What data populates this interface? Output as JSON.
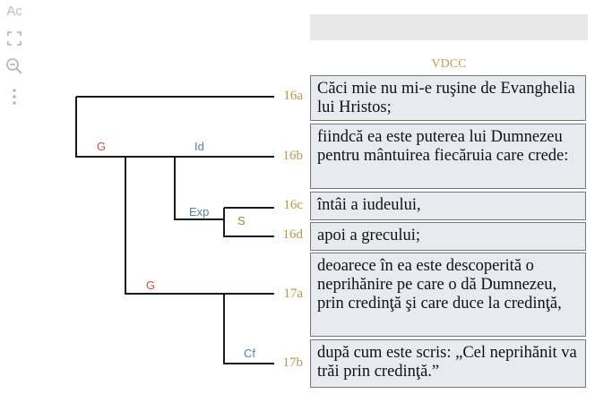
{
  "toolbar": {
    "font_label": "Ac",
    "icons": [
      "expand-icon",
      "zoom-out-icon",
      "more-vertical-icon"
    ]
  },
  "column_header": "VDCC",
  "verses": [
    {
      "id": "16a",
      "text": "Căci mie nu mi-e ruşine de Evanghelia lui Hristos;"
    },
    {
      "id": "16b",
      "text": "fiindcă ea este puterea lui Dumnezeu pentru mântuirea fiecăruia care crede:"
    },
    {
      "id": "16c",
      "text": "întâi a iudeului,"
    },
    {
      "id": "16d",
      "text": "apoi a grecului;"
    },
    {
      "id": "17a",
      "text": "deoarece în ea este descoperită o neprihănire pe care o dă Dumnezeu, prin credinţă şi care duce la credinţă,"
    },
    {
      "id": "17b",
      "text": "după cum este scris: „Cel neprihănit va trăi prin credinţă.”"
    }
  ],
  "relations": {
    "g1": "G",
    "id": "Id",
    "exp": "Exp",
    "s": "S",
    "g2": "G",
    "cf": "Cf"
  },
  "colors": {
    "line": "#1a1a1a",
    "verse_label": "#b09a4e",
    "ground": "#c0504d",
    "relation_blue": "#5a7fa8",
    "series": "#7a9a45",
    "box_fill": "#e7ebf0"
  }
}
